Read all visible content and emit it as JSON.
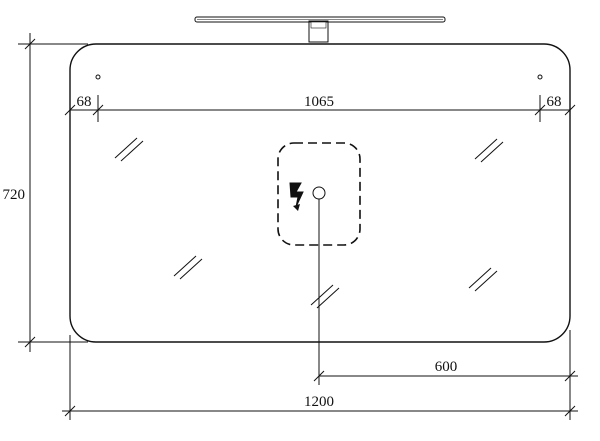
{
  "dimensions": {
    "top_left_margin": "68",
    "top_span": "1065",
    "top_right_margin": "68",
    "height": "720",
    "socket_offset": "600",
    "total_width": "1200"
  },
  "icons": {
    "power": "lightning-bolt-icon",
    "outlet": "outlet-circle-icon",
    "glass": "glass-hatch-icon"
  }
}
